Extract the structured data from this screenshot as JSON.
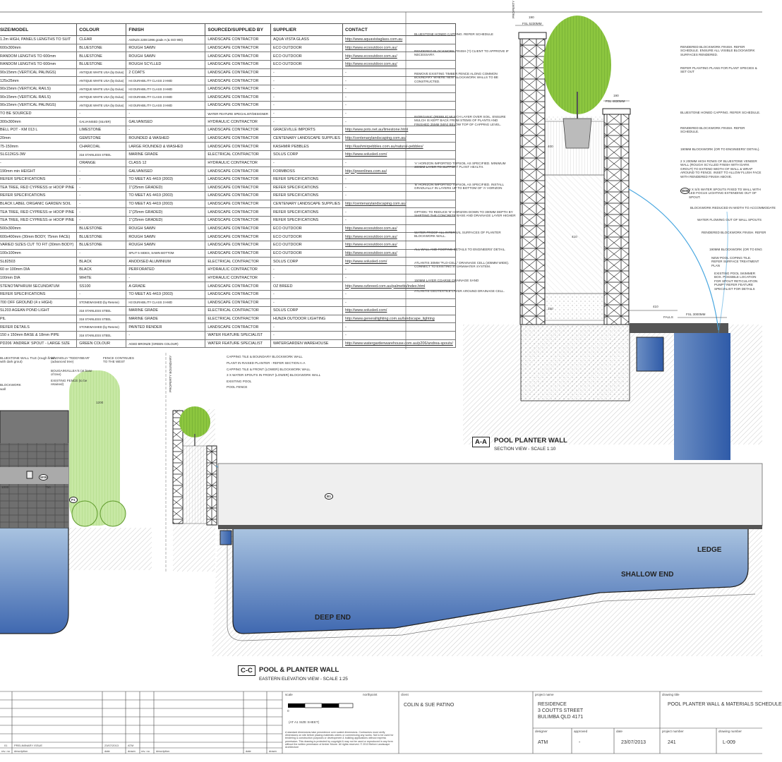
{
  "schedule": {
    "headers": [
      "SIZE/MODEL",
      "COLOUR",
      "FINISH",
      "SOURCED/SUPPLIED BY",
      "SUPPLIER",
      "CONTACT"
    ],
    "rows": [
      [
        "1.2m HIGH, PANELS LENGTHS TO SUIT",
        "CLEAR",
        "AS/NZS 2208:1996 grade A (& ISO 900)",
        "LANDSCAPE CONTRACTOR",
        "AQUA VISTA GLASS",
        "http://www.aquavistaglass.com.au"
      ],
      [
        "600x300mm",
        "BLUESTONE",
        "ROUGH SAWN",
        "LANDSCAPE CONTRACTOR",
        "ECO OUTDOOR",
        "http://www.ecooutdoor.com.au/"
      ],
      [
        "RANDOM LENGTHS TO 600mm",
        "BLUESTONE",
        "ROUGH SAWN",
        "LANDSCAPE CONTRACTOR",
        "ECO OUTDOOR",
        "http://www.ecooutdoor.com.au/"
      ],
      [
        "RANDOM LENGTHS TO 600mm",
        "BLUESTONE",
        "ROUGH SCYLLED",
        "LANDSCAPE CONTRACTOR",
        "ECO OUTDOOR",
        "http://www.ecooutdoor.com.au/"
      ],
      [
        "90x15mm (VERTICAL PALINGS)",
        "ANTIQUE WHITE USA (by Dulux)",
        "2 COATS",
        "LANDSCAPE CONTRACTOR",
        "-",
        "-"
      ],
      [
        "125x25mm",
        "ANTIQUE WHITE USA (by Dulux)",
        "H4 DURABILITY CLASS 2 HMD",
        "LANDSCAPE CONTRACTOR",
        "-",
        "-"
      ],
      [
        "90x15mm (VERTICAL RAILS)",
        "ANTIQUE WHITE USA (by Dulux)",
        "H3 DURABILITY CLASS 3 HMD",
        "LANDSCAPE CONTRACTOR",
        "-",
        "-"
      ],
      [
        "90x15mm (VERTICAL RAILS)",
        "ANTIQUE WHITE USA (by Dulux)",
        "H3 DURABILITY CLASS 3 HMD",
        "LANDSCAPE CONTRACTOR",
        "-",
        "-"
      ],
      [
        "90x15mm (VERTICAL PALINGS)",
        "ANTIQUE WHITE USA (by Dulux)",
        "H3 DURABILITY CLASS 3 HMD",
        "LANDSCAPE CONTRACTOR",
        "-",
        "-"
      ],
      [
        "TO BE SOURCED",
        "-",
        "-",
        "WATER FEATURE SPECIALIST/DESIGNER",
        "-",
        "-"
      ],
      [
        "300x300mm",
        "GALVANISED (SILVER)",
        "GALVANISED",
        "HYDRAULIC CONTRACTOR",
        "-",
        "-"
      ],
      [
        "BELL POT - KM 013 L",
        "LIMESTONE",
        "-",
        "LANDSCAPE CONTRACTOR",
        "GRACEVILLE IMPORTS",
        "http://www.pots.net.au/limestone.html"
      ],
      [
        "20mm",
        "GEMSTONE",
        "ROUNDED & WASHED",
        "LANDSCAPE CONTRACTOR",
        "CENTENARY LANDSCAPE SUPPLIES",
        "http://centenarylandscaping.com.au/"
      ],
      [
        "75-150mm",
        "CHARCOAL",
        "LARGE ROUNDED & WASHED",
        "LANDSCAPE CONTRACTOR",
        "KASHMIR PEBBLES",
        "http://kashmirpebbles.com.au/natural-pebbles/"
      ],
      [
        "SLG12IGS-3W",
        "316 STAINLESS STEEL",
        "MARINE GRADE",
        "ELECTRICAL CONTRACTOR",
        "SOLUS CORP",
        "http://www.solusled.com/"
      ],
      [
        "-",
        "ORANGE",
        "CLASS 12",
        "HYDRAULIC CONTRACTOR",
        "-",
        "-"
      ],
      [
        "190mm min HEIGHT",
        "-",
        "GALVANISED",
        "LANDSCAPE CONTRACTOR",
        "FORMBOSS",
        "http://greenlines.com.au/"
      ],
      [
        "REFER SPECIFICATIONS",
        "-",
        "TO MEET AS 4419 (2003)",
        "LANDSCAPE CONTRACTOR",
        "REFER SPECIFICATIONS",
        "-"
      ],
      [
        "TEA TREE, RED CYPRESS or HOOP PINE",
        "-",
        "1\"(25mm GRADED)",
        "LANDSCAPE CONTRACTOR",
        "REFER SPECIFICATIONS",
        "-"
      ],
      [
        "REFER SPECIFICATIONS",
        "-",
        "TO MEET AS 4419 (2003)",
        "LANDSCAPE CONTRACTOR",
        "REFER SPECIFICATIONS",
        "-"
      ],
      [
        "BLACK LABEL ORGANIC GARDEN SOIL",
        "-",
        "TO MEET AS 4419 (2003)",
        "LANDSCAPE CONTRACTOR",
        "CENTENARY LANDSCAPE SUPPLIES",
        "http://centenarylandscaping.com.au/"
      ],
      [
        "TEA TREE, RED CYPRESS or HOOP PINE",
        "-",
        "1\"(25mm GRADED)",
        "LANDSCAPE CONTRACTOR",
        "REFER SPECIFICATIONS",
        "-"
      ],
      [
        "TEA TREE, RED CYPRESS or HOOP PINE",
        "-",
        "1\"(25mm GRADED)",
        "LANDSCAPE CONTRACTOR",
        "REFER SPECIFICATIONS",
        "-"
      ],
      [
        "500x300mm",
        "BLUESTONE",
        "ROUGH SAWN",
        "LANDSCAPE CONTRACTOR",
        "ECO OUTDOOR",
        "http://www.ecooutdoor.com.au/"
      ],
      [
        "600x400mm (30mm BODY, 75mm FACE)",
        "BLUESTONE",
        "ROUGH SAWN",
        "LANDSCAPE CONTRACTOR",
        "ECO OUTDOOR",
        "http://www.ecooutdoor.com.au/"
      ],
      [
        "VARIED SIZES CUT TO FIT (30mm BODY)",
        "BLUESTONE",
        "ROUGH SAWN",
        "LANDSCAPE CONTRACTOR",
        "ECO OUTDOOR",
        "http://www.ecooutdoor.com.au/"
      ],
      [
        "100x100mm",
        "-",
        "SPLIT 5 SIDES, SAWN BOTTOM",
        "LANDSCAPE CONTRACTOR",
        "ECO OUTDOOR",
        "http://www.ecooutdoor.com.au/"
      ],
      [
        "SL82503",
        "BLACK",
        "ANODISED ALUMINIUM",
        "ELECTRICAL CONTRACTOR",
        "SOLUS CORP",
        "http://www.solusled.com/"
      ],
      [
        "60 or 100mm DIA",
        "BLACK",
        "PERFORATED",
        "HYDRAULIC CONTRACTOR",
        "-",
        "-"
      ],
      [
        "100mm DIA",
        "WHITE",
        "-",
        "HYDRAULIC CONTRACTOR",
        "-",
        "-"
      ],
      [
        "STENOTAPHRUM SECUNDATUM",
        "SS100",
        "A GRADE",
        "LANDSCAPE CONTRACTOR",
        "OZ BREED",
        "http://www.ozbreed.com.au/palmetto/index.html"
      ],
      [
        "REFER SPECIFICATIONS",
        "-",
        "TO MEET AS 4419 (2003)",
        "LANDSCAPE CONTRACTOR",
        "-",
        "-"
      ],
      [
        "700 OFF GROUND (4 x HIGH)",
        "STONEWASHED (by Resene)",
        "H3 DURABILITY CLASS 3 HMD",
        "LANDSCAPE CONTRACTOR",
        "-",
        "-"
      ],
      [
        "SL203 AGEAN POND LIGHT",
        "316 STAINLESS STEEL",
        "MARINE GRADE",
        "ELECTRICAL CONTRACTOR",
        "SOLUS CORP",
        "http://www.solusled.com/"
      ],
      [
        "PIL",
        "316 STAINLESS STEEL",
        "MARINE GRADE",
        "ELECTRICAL CONTRACTOR",
        "HUNZA OUTDOOR LIGHTING",
        "http://www.generallighting.com.au/landscape_lighting"
      ],
      [
        "REFER DETAILS",
        "STONEWASHED (by Resene)",
        "PAINTED RENDER",
        "LANDSCAPE CONTRACTOR",
        "-",
        "-"
      ],
      [
        "150 x 150mm BASE & 18mm PIPE",
        "316 STAINLESS STEEL",
        "-",
        "WATER FEATURE SPECIALIST",
        "-",
        "-"
      ],
      [
        "PD206 'ANDREA' SPOUT - LARGE SIZE",
        "GREEN COLOUR",
        "AGED BRONZE (GREEN COLOUR)",
        "WATER FEATURE SPECIALIST",
        "WATERGARDEN WAREHOUSE",
        "http://www.watergardenwarehouse.com.au/p206/andrea-spouts/"
      ]
    ],
    "left_cut": [
      "",
      "",
      "IGH",
      "IGH",
      "",
      "",
      "",
      "",
      "",
      "",
      "",
      "1",
      "",
      "",
      "",
      "",
      "",
      "",
      "",
      "",
      "ONS",
      "ONS",
      "",
      "",
      "",
      "",
      "",
      "",
      "",
      "",
      "",
      "",
      "",
      "",
      "",
      "",
      "",
      ""
    ]
  },
  "section_aa": {
    "tag": "A-A",
    "title": "POOL PLANTER WALL",
    "subtitle": "SECTION VIEW - SCALE 1:10",
    "left_notes": [
      "BLUESTONE HONED CAPPING. REFER SCHEDULE",
      "RENDERED BLOCKWORK FINISH (?) CLIENT TO APPROVE IF NECESSARY.",
      "REMOVE EXISTING TIMBER FENCE ALONG COMMON BOUNDARY WHERE NEW BLOCKWORK WALLS TO BE CONSTRUCTED.",
      "INORGANIC (PEBBLE) MULCH LAYER OVER SOIL. ENSURE MULCH IS KEPT BACK FROM STEMS OF PLANTS AND FINISHED 25mm (MIN) BELOW TOP OF CAPPING LEVEL.",
      "'A' HORIZON IMPORTED TOPSOIL AS SPECIFIED. MINIMUM 300mm LAYER TO SUPPORT PLANT HEALTH.",
      "'B' HORIZON IMPORTED TOPSOIL AS SPECIFIED. INSTALL GRADUALLY IN LAYERS UP TO BOTTOM OF 'A' HORIZON",
      "OPTION: TO REDUCE 'B' HORIZON DOWN TO 300mm DEPTH BY SHIFTING THE CONCRETE BASE AND DRAINAGE LAYER HIGHER",
      "WATER PROOF ALL INTERNAL SURFACES OF PLANTER BLOCKWORK WALL.",
      "ALL WALL AND FOOTING DETAILS TO ENGINEERS' DETAIL.",
      "ATLANTIS 30mm \"FLO-CELL\" DRAINAGE CELL (405mm WIDE). CONNECT TO EXISTING STORMWATER SYSTEM.",
      "150mm LAYER COARSE DRAINAGE SAND",
      "ATLANTIS GEOTEXTILE LAYER AROUND DRAINAGE CELL."
    ],
    "right_notes": [
      "RENDERED BLOCKWORK FINISH. REFER SCHEDULE. ENSURE ALL VISIBLE BLOCKWORK SURFACES RENDERED.",
      "REFER PLANTING PLANS FOR PLANT SPECIES & SET OUT",
      "BLUESTONE HONED CAPPING. REFER SCHEDULE.",
      "RENDERED BLOCKWORK FINISH. REFER SCHEDULE.",
      "190mm BLOCKWORK (OR TO ENGINEERS' DETAIL).",
      "2 x 200mm HIGH ROWS OF BLUESTONE VENEER WALL (ROUGH SCYLLED FINISH WITH DARK GROUT) TO EXTEND WIDTH OF WALL & WRAP AROUND TO FENCE. INSET TO ALLOW FLUSH FACE WITH RENDERED FINISH ABOVE.",
      "3 x S/S WATER SPOUTS FIXED TO WALL WITH LED FOCUS LIGHTING EXTENDING OUT OF SPOUT.",
      "BLOCKWORK REDUCED IN WIDTH TO ACCOMMODATE",
      "WATER FLOWING OUT OF WALL SPOUTS",
      "RENDERED BLOCKWORK FINISH. REFER",
      "190mm BLOCKWORK (OR TO ENG",
      "NEW POOL COPING TILE. REFER SURFACE TREATMENT PLAN",
      "EXISTING POOL SKIMMER BOX. POSSIBLE LOCATION FOR SPOUT RETICULATION PUMP? REFER FEATURE SPECIALIST FOR DETAILS"
    ],
    "dims": {
      "d190a": "190",
      "fsl_top": "FSL 5230mm",
      "d190b": "190",
      "fsl_mid": "FSL 4630mm",
      "d410": "410",
      "d410b": "410",
      "fsl_pool": "FSL 3000mm",
      "falls": "FALLS",
      "w05": "W05",
      "d400": "400",
      "d150": "150",
      "vert": "PROPERTY"
    }
  },
  "section_cc": {
    "tag": "C-C",
    "title": "POOL & PLANTER WALL",
    "subtitle": "EASTERN ELEVATION VIEW - SCALE 1:25",
    "labels": {
      "ledge": "LEDGE",
      "shallow": "SHALLOW END",
      "deep": "DEEP END",
      "b1": "B1",
      "p1": "P1",
      "w05": "W05",
      "d1200": "1200",
      "d1000": "1000",
      "d750": "750",
      "boundary": "PROPERTY BOUNDARY"
    },
    "notes_mid": [
      "CAPPING TILE & BOUNDARY BLOCKWORK WALL",
      "PLANT IN RAISED PLANTER - REFER SECTION A-A",
      "CAPPING TILE & FRONT (lower) BLOCKWORK WALL",
      "3 x WATER SPOUTS IN FRONT (lower) BLOCKWORK WALL",
      "EXISTING POOL",
      "POOL FENCE"
    ],
    "notes_left": [
      "BLUESTONE WALL TILE (rough finish with dark grout)",
      "MAGNOLIA 'TEDDYBEAR' (advanced tree)",
      "BOUGAINVILLEA'S (at base of tree)",
      "EXISTING FENCE (to be retained)",
      "FENCE CONTINUES TO THE WEST",
      "BLOCKWORK",
      "wall"
    ]
  },
  "title_block": {
    "scale_label": "scale",
    "northpoint_label": "northpoint",
    "scale_zero": "0",
    "scale_note": "(AT A1 SIZE SHEET)",
    "disclaimer": "A standard dimensions take precedence over scaled dimensions. Contractors must verify dimensions on site before placing materials orders or commencing any works. Not to be used for tendering & construction purposes or development & building applications without express permission. This drawing is protected by copyright & may not be used or reproduced in any form without the written permission of Amber Moore. All rights reserved. © 2013 Before Landscape Architecture",
    "client_label": "client",
    "client": "COLIN & SUE PATINO",
    "project_label": "project name",
    "project": [
      "RESIDENCE",
      "3 COUTTS STREET",
      "BULIMBA QLD 4171"
    ],
    "drawing_title_label": "drawing title",
    "drawing_title": "POOL PLANTER WALL & MATERIALS SCHEDULE",
    "designer_label": "designer",
    "designer": "ATM",
    "approved_label": "approved",
    "approved": "-",
    "date_label": "date",
    "date": "23/07/2013",
    "project_number_label": "project number",
    "project_number": "241",
    "drawing_number_label": "drawing number",
    "drawing_number": "L-009",
    "rev": {
      "no": "01",
      "description": "PRELIMINARY ISSUE",
      "date": "23/07/2013",
      "drawn": "ATM"
    },
    "rev_headers": [
      "rev. no",
      "description",
      "date",
      "drawn",
      "rev. no",
      "description",
      "date",
      "drawn"
    ]
  }
}
